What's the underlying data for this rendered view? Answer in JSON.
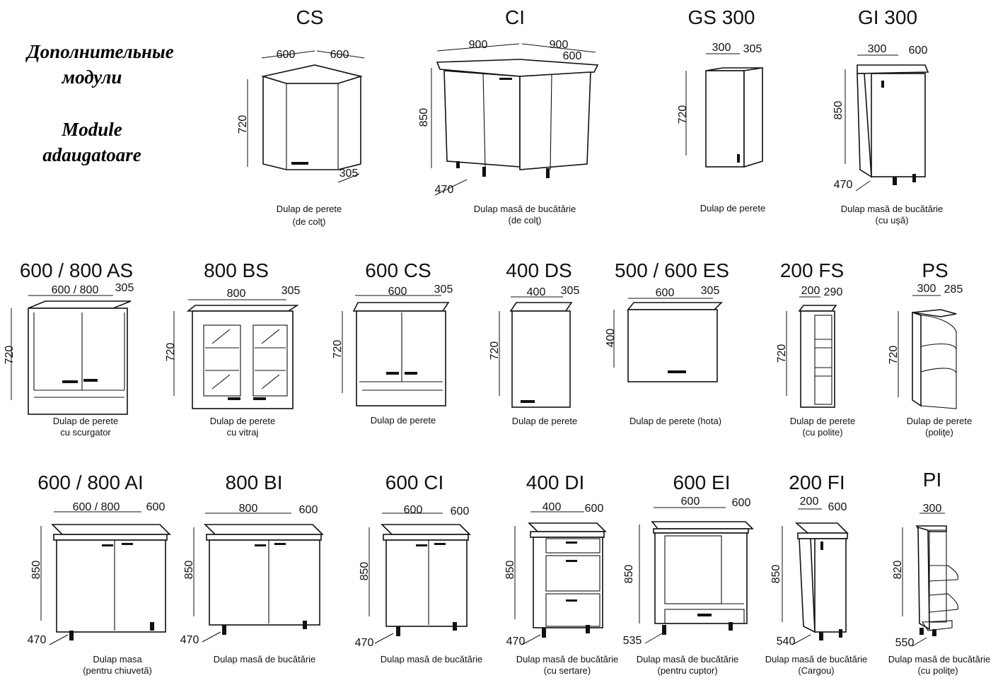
{
  "heading": {
    "line1": "Дополнительные",
    "line2": "модули",
    "line3": "Module",
    "line4": "adaugatoare"
  },
  "modules": {
    "cs": {
      "code": "CS",
      "w": "600",
      "d": "600",
      "h": "720",
      "extra": "305",
      "caption1": "Dulap de perete",
      "caption2": "(de colţ)"
    },
    "ci": {
      "code": "CI",
      "w": "900",
      "d": "900",
      "d2": "600",
      "h": "850",
      "extra": "470",
      "caption1": "Dulap masă de bucătărie",
      "caption2": "(de colţ)"
    },
    "gs300": {
      "code": "GS 300",
      "w": "300",
      "d": "305",
      "h": "720",
      "caption1": "Dulap de perete"
    },
    "gi300": {
      "code": "GI 300",
      "w": "300",
      "d": "600",
      "h": "850",
      "extra": "470",
      "caption1": "Dulap masă de bucătărie",
      "caption2": "(cu uşă)"
    },
    "as": {
      "code": "600 / 800 AS",
      "w": "600 / 800",
      "d": "305",
      "h": "720",
      "caption1": "Dulap de perete",
      "caption2": "cu scurgator"
    },
    "bs": {
      "code": "800 BS",
      "w": "800",
      "d": "305",
      "h": "720",
      "caption1": "Dulap de perete",
      "caption2": "cu vitraj"
    },
    "cs600": {
      "code": "600 CS",
      "w": "600",
      "d": "305",
      "h": "720",
      "caption1": "Dulap de perete"
    },
    "ds": {
      "code": "400 DS",
      "w": "400",
      "d": "305",
      "h": "720",
      "caption1": "Dulap de perete"
    },
    "es": {
      "code": "500 / 600 ES",
      "w": "600",
      "d": "305",
      "h": "400",
      "caption1": "Dulap de perete  (hota)"
    },
    "fs": {
      "code": "200 FS",
      "w": "200",
      "d": "290",
      "h": "720",
      "caption1": "Dulap de perete",
      "caption2": "(cu polite)"
    },
    "ps": {
      "code": "PS",
      "w": "300",
      "d": "285",
      "h": "720",
      "caption1": "Dulap de perete",
      "caption2": "(poliţe)"
    },
    "ai": {
      "code": "600 / 800 AI",
      "w": "600 / 800",
      "d": "600",
      "h": "850",
      "extra": "470",
      "caption1": "Dulap masa",
      "caption2": "(pentru chiuvetă)"
    },
    "bi": {
      "code": "800 BI",
      "w": "800",
      "d": "600",
      "h": "850",
      "extra": "470",
      "caption1": "Dulap masă de bucătărie"
    },
    "ci600": {
      "code": "600 CI",
      "w": "600",
      "d": "600",
      "h": "850",
      "extra": "470",
      "caption1": "Dulap masă de bucătărie"
    },
    "di": {
      "code": "400 DI",
      "w": "400",
      "d": "600",
      "h": "850",
      "extra": "470",
      "caption1": "Dulap masă de bucătărie",
      "caption2": "(cu sertare)"
    },
    "ei": {
      "code": "600 EI",
      "w": "600",
      "d": "600",
      "h": "850",
      "extra": "535",
      "caption1": "Dulap masă de bucătărie",
      "caption2": "(pentru cuptor)"
    },
    "fi": {
      "code": "200 FI",
      "w": "200",
      "d": "600",
      "h": "850",
      "extra": "540",
      "caption1": "Dulap masă de bucătărie",
      "caption2": "(Cargou)"
    },
    "pi": {
      "code": "PI",
      "w": "300",
      "h": "820",
      "extra": "550",
      "caption1": "Dulap masă de bucătărie",
      "caption2": "(cu poliţe)"
    }
  }
}
